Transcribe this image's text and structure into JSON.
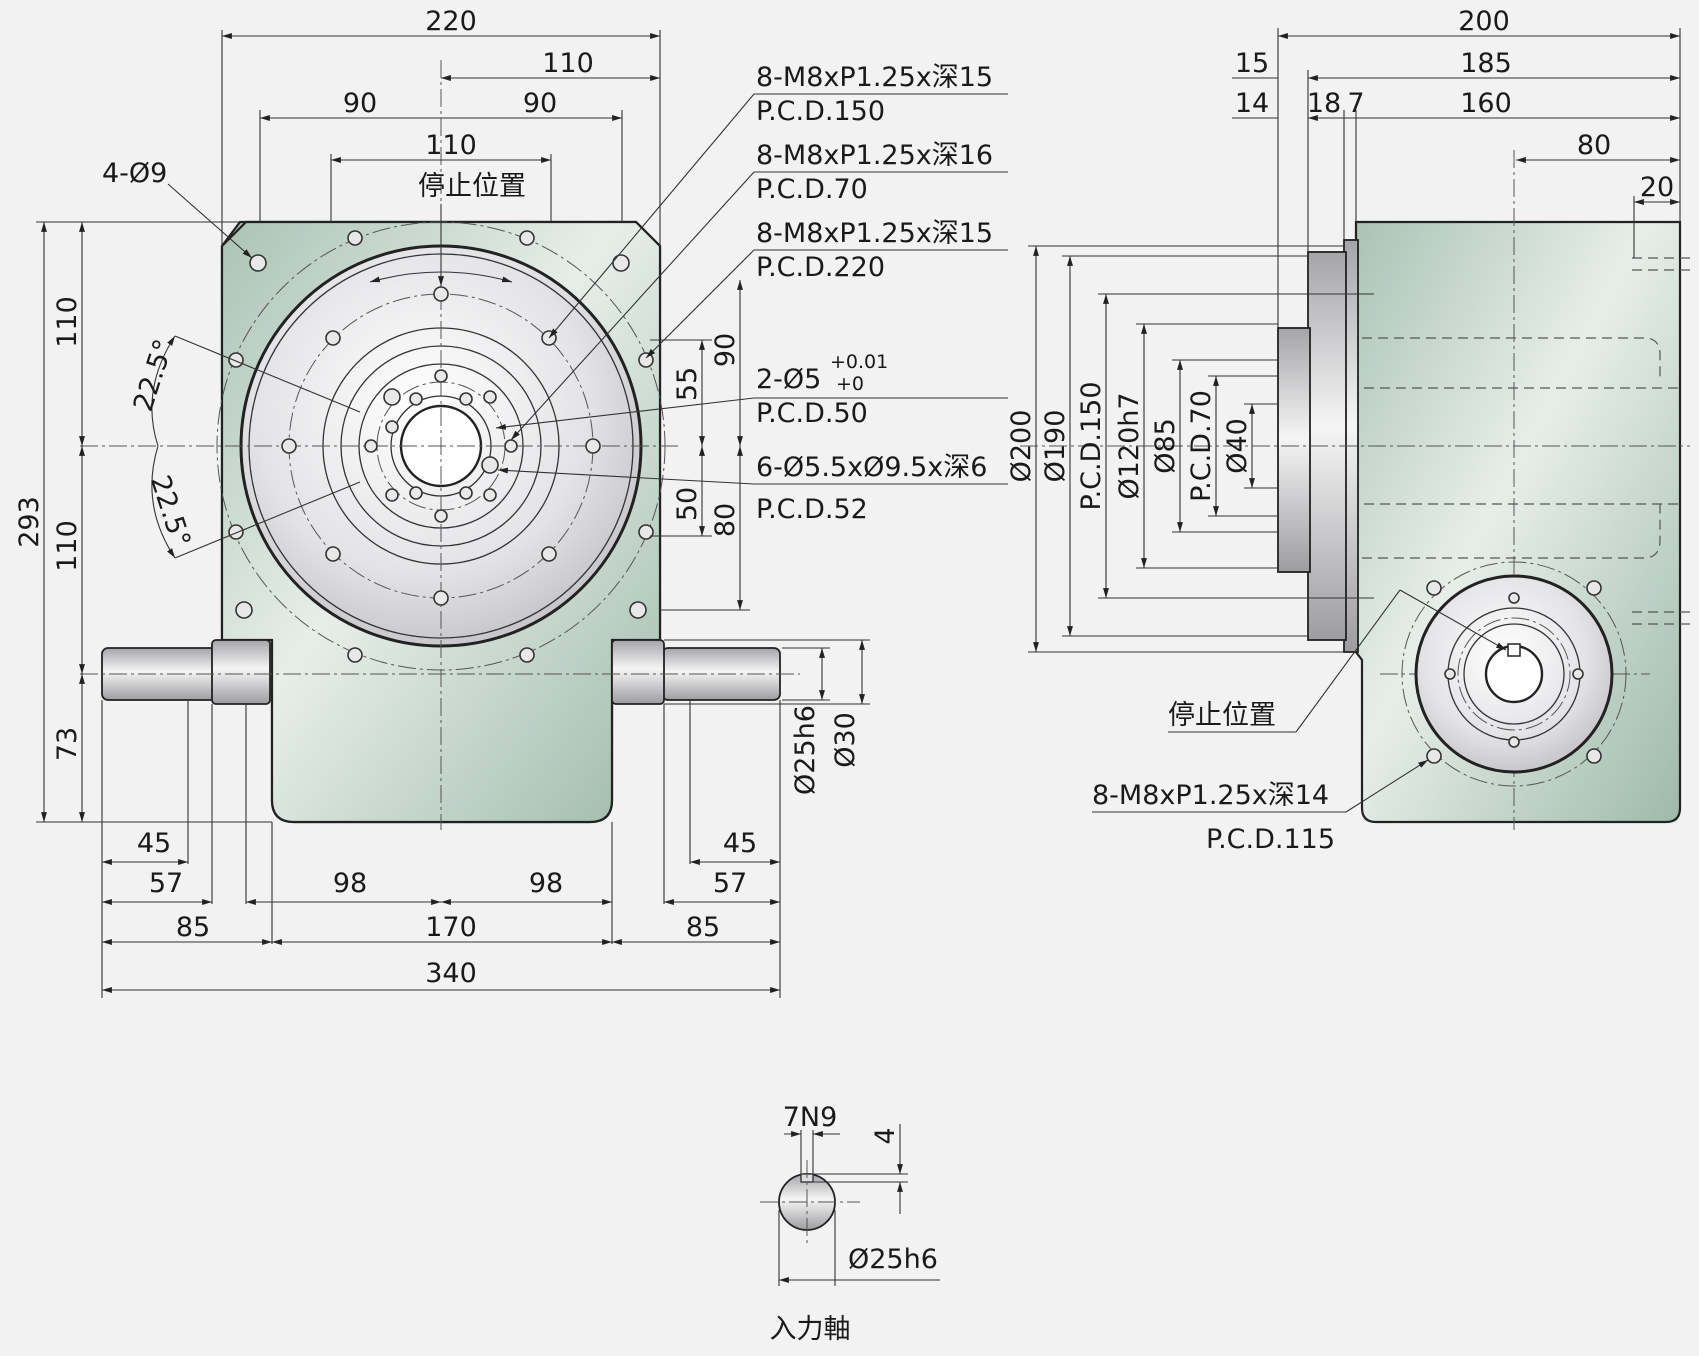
{
  "front": {
    "top_dims": {
      "overall": "220",
      "half_right": "110",
      "left_90": "90",
      "right_90": "90",
      "inner_110": "110"
    },
    "stop_label": "停止位置",
    "mount_holes": "4-Ø9",
    "left_dims": {
      "upper": "110",
      "lower": "110",
      "bottom": "73",
      "overall": "293"
    },
    "angle_upper": "22.5°",
    "angle_lower": "22.5°",
    "right_dims": {
      "d90": "90",
      "d55": "55",
      "d50": "50",
      "d80": "80"
    },
    "shaft_dims": {
      "key": "Ø25h6",
      "shaft": "Ø30"
    },
    "bottom_dims": {
      "l45": "45",
      "r45": "45",
      "l57": "57",
      "r57": "57",
      "l98": "98",
      "r98": "98",
      "l85": "85",
      "center": "170",
      "r85": "85",
      "overall": "340"
    }
  },
  "callouts": [
    {
      "line1": "8-M8xP1.25x深15",
      "line2": "P.C.D.150"
    },
    {
      "line1": "8-M8xP1.25x深16",
      "line2": "P.C.D.70"
    },
    {
      "line1": "8-M8xP1.25x深15",
      "line2": "P.C.D.220"
    },
    {
      "line1": "2-Ø5",
      "tol_upper": "+0.01",
      "tol_lower": "+0",
      "line2": "P.C.D.50"
    },
    {
      "line1": "6-Ø5.5xØ9.5x深6",
      "line2": "P.C.D.52"
    }
  ],
  "side": {
    "top_dims": {
      "d200": "200",
      "d15": "15",
      "d185": "185",
      "d14": "14",
      "d18": "18",
      "d7": "7",
      "d160": "160",
      "d80": "80",
      "d20": "20"
    },
    "diams": {
      "d200": "Ø200",
      "d190": "Ø190",
      "pcd150": "P.C.D.150",
      "d120": "Ø120h7",
      "d85": "Ø85",
      "pcd70": "P.C.D.70",
      "d40": "Ø40"
    },
    "stop_label": "停止位置",
    "callout_line1": "8-M8xP1.25x深14",
    "callout_line2": "P.C.D.115"
  },
  "shaft_detail": {
    "key": "7N9",
    "depth": "4",
    "diameter": "Ø25h6",
    "title": "入力軸"
  }
}
